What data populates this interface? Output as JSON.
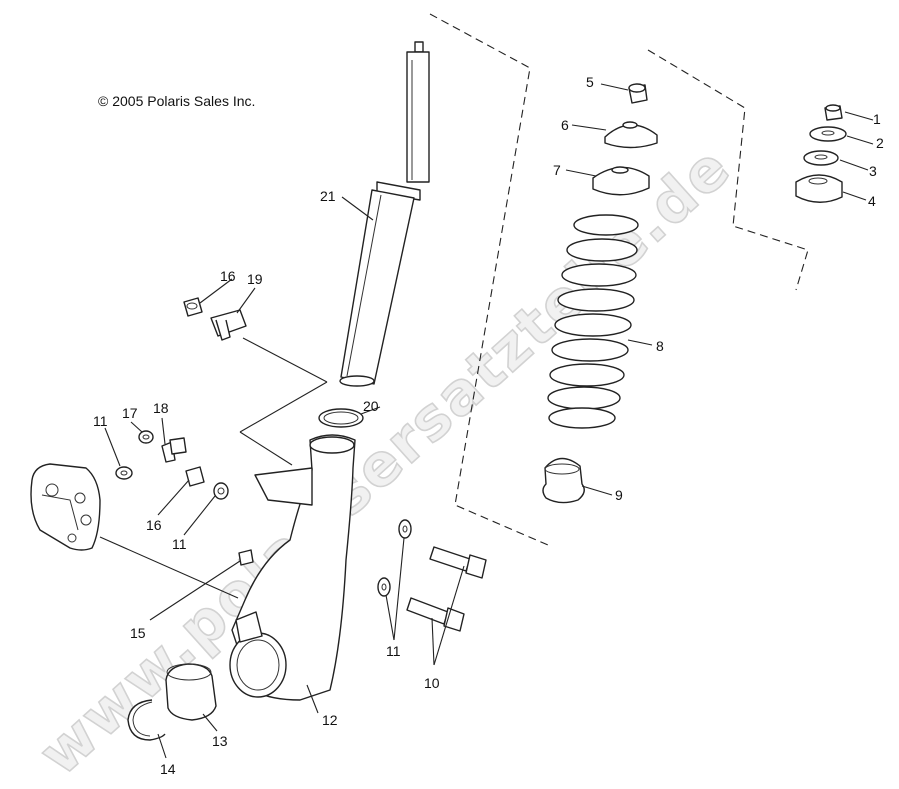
{
  "copyright": "© 2005 Polaris Sales Inc.",
  "watermark": "www.polarisersatzteile.de",
  "callouts": {
    "c1": "1",
    "c2": "2",
    "c3": "3",
    "c4": "4",
    "c5": "5",
    "c6": "6",
    "c7": "7",
    "c8": "8",
    "c9": "9",
    "c10": "10",
    "c11a": "11",
    "c11b": "11",
    "c11c": "11",
    "c12": "12",
    "c13": "13",
    "c14": "14",
    "c15": "15",
    "c16a": "16",
    "c16b": "16",
    "c17": "17",
    "c18": "18",
    "c19": "19",
    "c20": "20",
    "c21": "21"
  }
}
